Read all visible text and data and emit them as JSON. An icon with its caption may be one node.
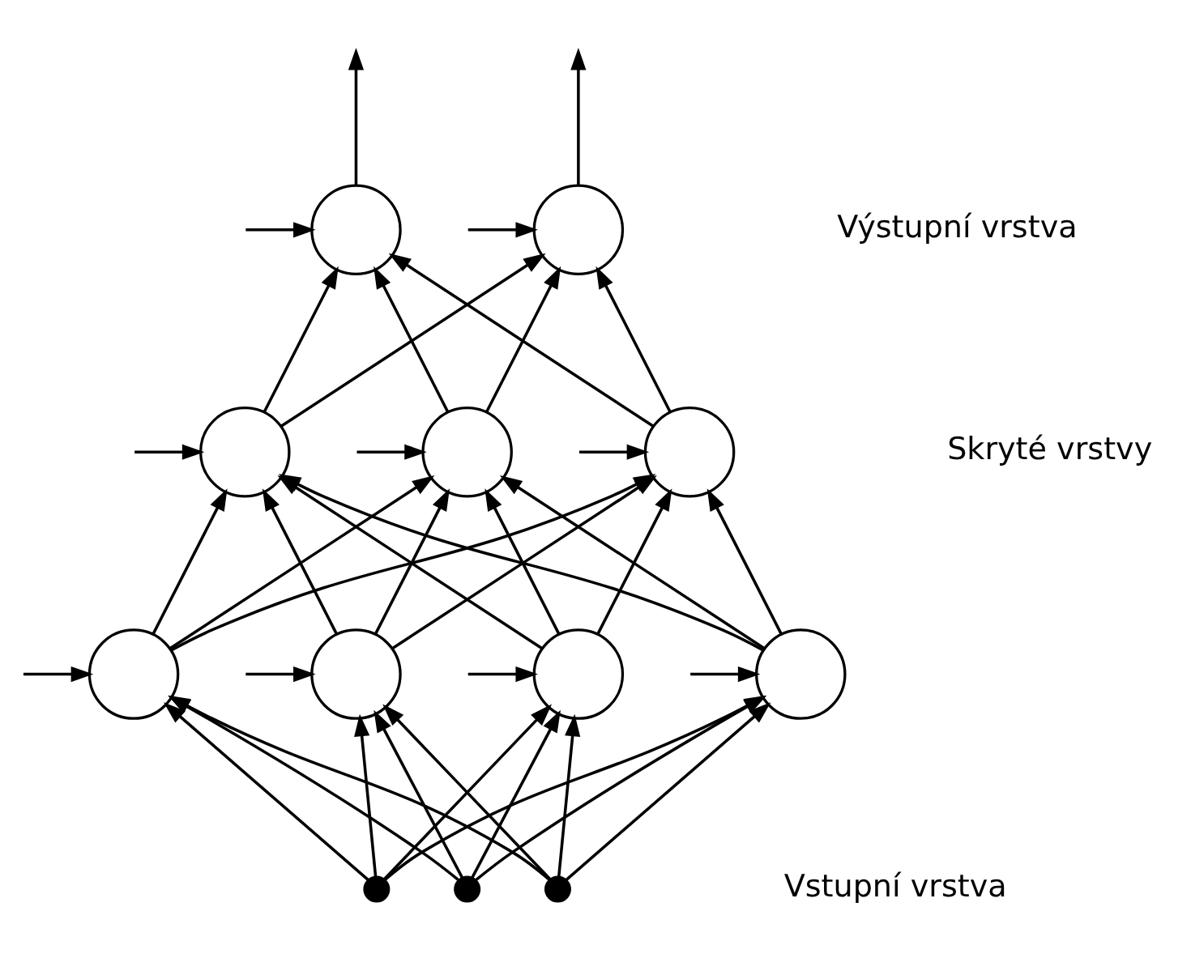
{
  "diagram": {
    "nodes": [
      {
        "text": [],
        "shape": "circle"
      },
      {
        "text": [],
        "shape": "circle"
      },
      {
        "text": [],
        "shape": "circle"
      },
      {
        "text": [],
        "shape": "circle"
      },
      {
        "text": [],
        "shape": "circle"
      },
      {
        "text": [],
        "shape": "circle"
      },
      {
        "text": [],
        "shape": "circle"
      },
      {
        "text": [],
        "shape": "circle"
      },
      {
        "text": [],
        "shape": "circle"
      },
      {
        "text": [],
        "shape": "circle"
      },
      {
        "text": [],
        "shape": "circle"
      },
      {
        "text": [],
        "shape": "circle"
      }
    ],
    "edges": [
      {
        "from": 0,
        "to": null,
        "arrow": "to"
      },
      {
        "from": 1,
        "to": null,
        "arrow": "to"
      },
      {
        "from": null,
        "to": 0,
        "arrow": "to"
      },
      {
        "from": null,
        "to": 1,
        "arrow": "to"
      },
      {
        "from": 2,
        "to": 0,
        "arrow": "to"
      },
      {
        "from": 2,
        "to": 1,
        "arrow": "to"
      },
      {
        "from": 3,
        "to": 0,
        "arrow": "to"
      },
      {
        "from": 3,
        "to": 1,
        "arrow": "to"
      },
      {
        "from": 4,
        "to": 0,
        "arrow": "to"
      },
      {
        "from": 4,
        "to": 1,
        "arrow": "to"
      },
      {
        "from": null,
        "to": 2,
        "arrow": "to"
      },
      {
        "from": null,
        "to": 3,
        "arrow": "to"
      },
      {
        "from": null,
        "to": 4,
        "arrow": "to"
      },
      {
        "from": 5,
        "to": 2,
        "arrow": "to"
      },
      {
        "from": 5,
        "to": 3,
        "arrow": "to"
      },
      {
        "from": 5,
        "to": 4,
        "arrow": "to"
      },
      {
        "from": 6,
        "to": 2,
        "arrow": "to"
      },
      {
        "from": 6,
        "to": 3,
        "arrow": "to"
      },
      {
        "from": 6,
        "to": 4,
        "arrow": "to"
      },
      {
        "from": 7,
        "to": 2,
        "arrow": "to"
      },
      {
        "from": 7,
        "to": 3,
        "arrow": "to"
      },
      {
        "from": 7,
        "to": 4,
        "arrow": "to"
      },
      {
        "from": 8,
        "to": 2,
        "arrow": "to"
      },
      {
        "from": 8,
        "to": 3,
        "arrow": "to"
      },
      {
        "from": 8,
        "to": 4,
        "arrow": "to"
      },
      {
        "from": null,
        "to": 5,
        "arrow": "to"
      },
      {
        "from": null,
        "to": 6,
        "arrow": "to"
      },
      {
        "from": null,
        "to": 7,
        "arrow": "to"
      },
      {
        "from": null,
        "to": 8,
        "arrow": "to"
      },
      {
        "from": 9,
        "to": 5,
        "arrow": "to"
      },
      {
        "from": 9,
        "to": 6,
        "arrow": "to"
      },
      {
        "from": 9,
        "to": 7,
        "arrow": "to"
      },
      {
        "from": 9,
        "to": 8,
        "arrow": "to"
      },
      {
        "from": 10,
        "to": 5,
        "arrow": "to"
      },
      {
        "from": 10,
        "to": 6,
        "arrow": "to"
      },
      {
        "from": 10,
        "to": 7,
        "arrow": "to"
      },
      {
        "from": 10,
        "to": 8,
        "arrow": "to"
      },
      {
        "from": 11,
        "to": 5,
        "arrow": "to"
      },
      {
        "from": 11,
        "to": 6,
        "arrow": "to"
      },
      {
        "from": 11,
        "to": 7,
        "arrow": "to"
      },
      {
        "from": 11,
        "to": 8,
        "arrow": "to"
      }
    ],
    "labels": [
      "Výstupní vrstva",
      "Skryté vrstvy",
      "Vstupní vrstva"
    ]
  }
}
